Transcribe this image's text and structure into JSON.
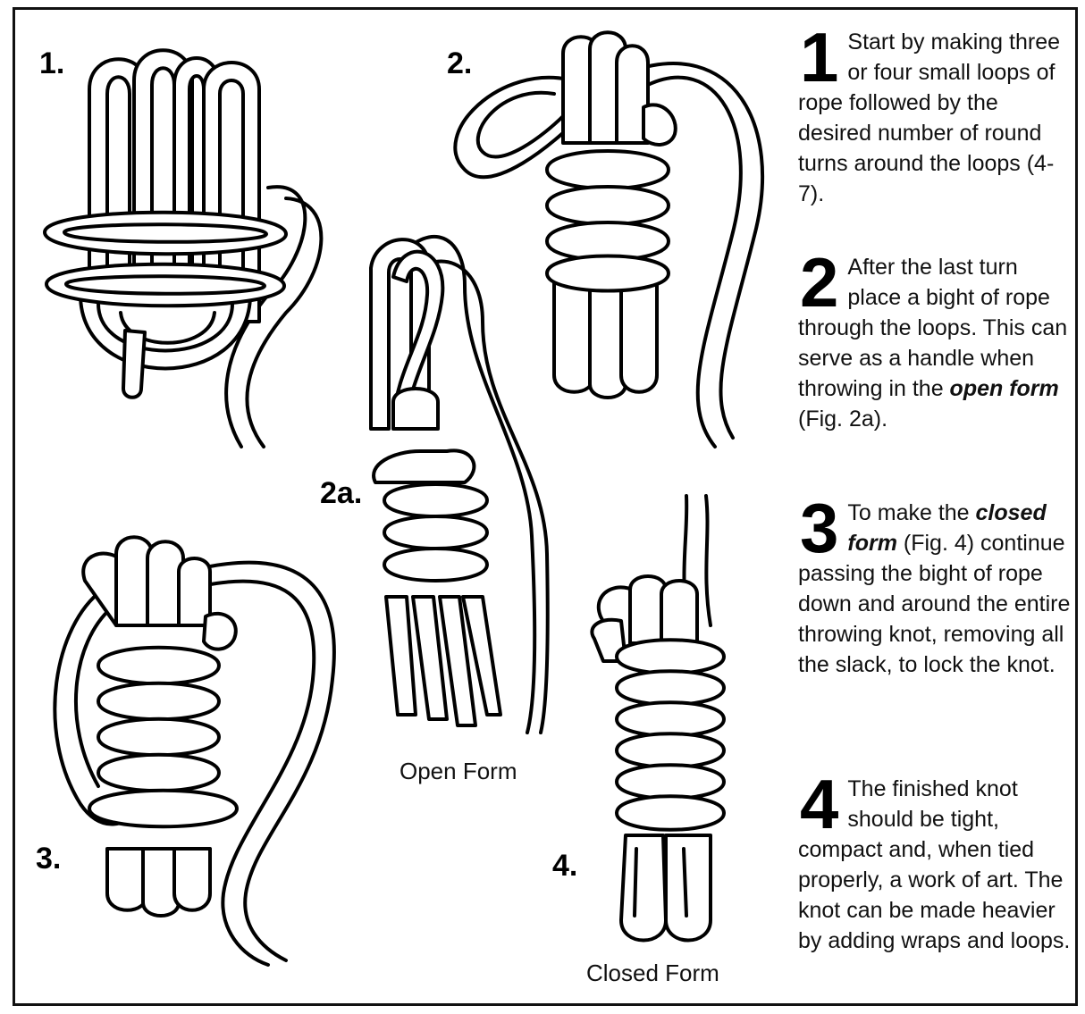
{
  "figures": {
    "fig1_label": "1.",
    "fig2_label": "2.",
    "fig2a_label": "2a.",
    "fig3_label": "3.",
    "fig4_label": "4.",
    "open_form_caption": "Open Form",
    "closed_form_caption": "Closed Form"
  },
  "steps": [
    {
      "number": "1",
      "text": "Start by making three or four small loops of rope followed by the desired number of round turns around the loops (4-7)."
    },
    {
      "number": "2",
      "text_before": "After the last  turn place a bight of rope through the loops. This can serve as a handle when throwing in the ",
      "emphasis": "open form",
      "text_after": " (Fig. 2a)."
    },
    {
      "number": "3",
      "text_before": "To make the ",
      "emphasis": "closed form",
      "text_after": " (Fig. 4) continue passing the bight of rope down and around the entire throwing knot, removing all the slack, to lock the knot."
    },
    {
      "number": "4",
      "text": "The finished knot should be tight, compact and, when tied properly, a work of art. The knot can be made heavier by adding wraps and loops."
    }
  ]
}
